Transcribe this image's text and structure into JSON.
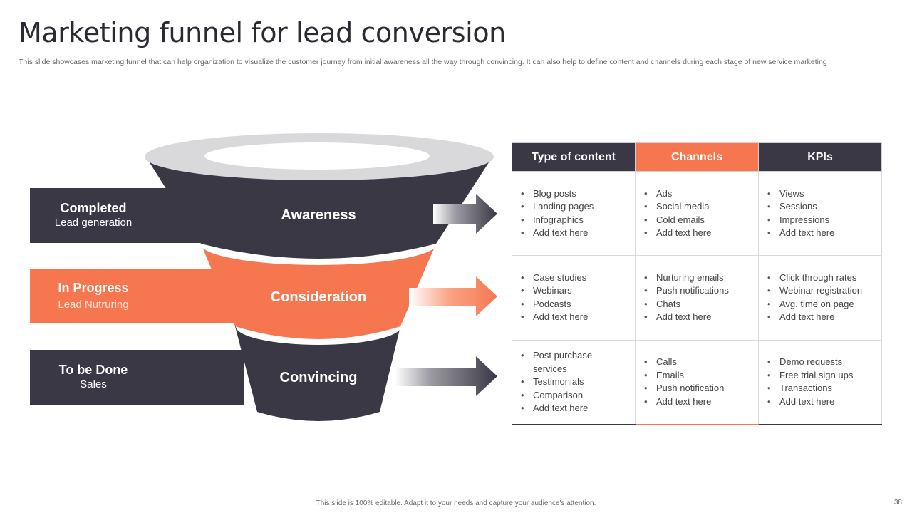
{
  "slide": {
    "title": "Marketing funnel for lead conversion",
    "subtitle": "This slide showcases marketing funnel that can help organization to visualize the customer journey from initial awareness all the way through convincing. It can also help to define content and channels during each stage of new service marketing",
    "footer": "This slide is 100% editable.  Adapt it to your needs and capture your audience's attention.",
    "page_number": "38"
  },
  "colors": {
    "dark": "#3a3845",
    "orange": "#f6774f",
    "rim": "#d9d9db"
  },
  "stages": [
    {
      "status": "Completed",
      "detail": "Lead generation",
      "funnel_label": "Awareness"
    },
    {
      "status": "In Progress",
      "detail": "Lead Nutruring",
      "funnel_label": "Consideration"
    },
    {
      "status": "To be Done",
      "detail": "Sales",
      "funnel_label": "Convincing"
    }
  ],
  "table": {
    "headers": [
      "Type of content",
      "Channels",
      "KPIs"
    ],
    "rows": [
      [
        [
          "Blog posts",
          "Landing pages",
          "Infographics",
          "Add text here"
        ],
        [
          "Ads",
          "Social media",
          "Cold emails",
          "Add text here"
        ],
        [
          "Views",
          "Sessions",
          "Impressions",
          "Add text here"
        ]
      ],
      [
        [
          "Case studies",
          "Webinars",
          "Podcasts",
          "Add text here"
        ],
        [
          "Nurturing emails",
          "Push notifications",
          "Chats",
          "Add text here"
        ],
        [
          "Click through rates",
          "Webinar registration",
          "Avg. time on page",
          "Add text here"
        ]
      ],
      [
        [
          "Post purchase services",
          "Testimonials",
          "Comparison",
          "Add text here"
        ],
        [
          "Calls",
          "Emails",
          "Push notification",
          "Add text here"
        ],
        [
          "Demo requests",
          "Free trial sign ups",
          "Transactions",
          "Add text here"
        ]
      ]
    ]
  }
}
